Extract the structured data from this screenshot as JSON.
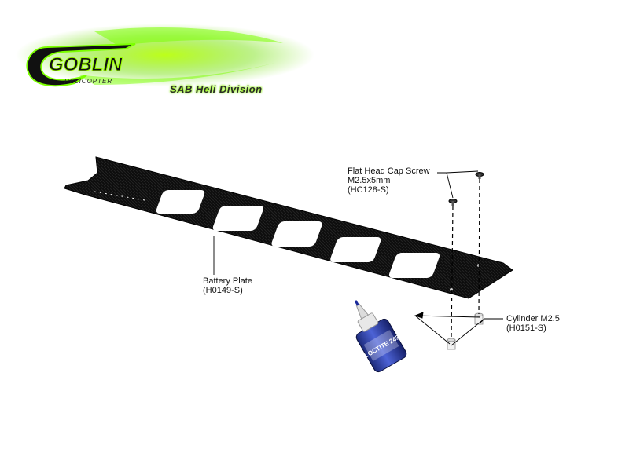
{
  "logo": {
    "brand": "GOBLIN",
    "sub": "HELICOPTER",
    "division": "SAB Heli Division",
    "accent_color": "#7cff00"
  },
  "parts": {
    "screw": {
      "name": "Flat Head Cap Screw",
      "size": "M2.5x5mm",
      "code": "(HC128-S)"
    },
    "plate": {
      "name": "Battery Plate",
      "code": "(H0149-S)"
    },
    "cylinder": {
      "name": "Cylinder M2.5",
      "code": "(H0151-S)"
    },
    "threadlocker": {
      "label": "LOCTITE 243",
      "color": "#2c3f9f"
    }
  }
}
